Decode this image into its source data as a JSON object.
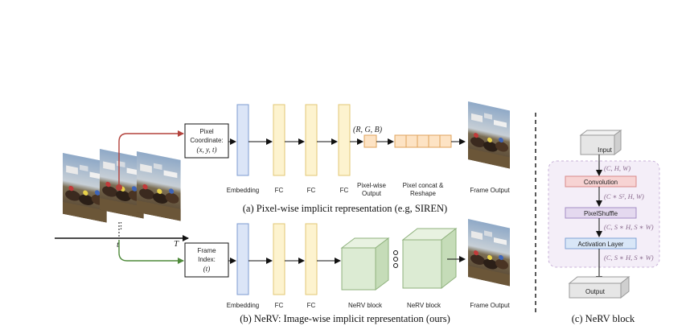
{
  "pixelwise": {
    "input_box": [
      "Pixel",
      "Coordinate:",
      "(x, y, t)"
    ],
    "embedding": "Embedding",
    "fc1": "FC",
    "fc2": "FC",
    "fc3": "FC",
    "rgb": "(R, G, B)",
    "pixel_output": [
      "Pixel-wise",
      "Output"
    ],
    "concat": [
      "Pixel concat &",
      "Reshape"
    ],
    "frame_output": "Frame Output",
    "caption": "(a) Pixel-wise implicit representation (e.g, SIREN)"
  },
  "timeline": {
    "t": "t",
    "T": "T",
    "dots": "⋮"
  },
  "nerv": {
    "input_box": [
      "Frame",
      "Index:",
      "(t)"
    ],
    "embedding": "Embedding",
    "fc1": "FC",
    "fc2": "FC",
    "block1": "NeRV block",
    "block2": "NeRV block",
    "frame_output": "Frame Output",
    "caption": "(b) NeRV: Image-wise implicit representation (ours)"
  },
  "block_detail": {
    "input": "Input",
    "dim_in": "(C, H, W)",
    "convolution": "Convolution",
    "dim_conv": "(C ∗ S², H, W)",
    "pixelshuffle": "PixelShuffle",
    "dim_ps": "(C, S ∗ H, S ∗ W)",
    "activation": "Activation Layer",
    "dim_out": "(C, S ∗ H, S ∗ W)",
    "output": "Output",
    "caption": "(c) NeRV block"
  },
  "colors": {
    "embedding_fill": "#dbe5f7",
    "embedding_stroke": "#7d9bd1",
    "fc_fill": "#fdf3cf",
    "fc_stroke": "#e2c774",
    "block_fill": "#dcebd3",
    "block_stroke": "#8fb27d",
    "pixel_fill": "#fde3c4",
    "pixel_stroke": "#e0a35c",
    "conv_fill": "#f7d3d3",
    "conv_stroke": "#d98a8a",
    "ps_fill": "#e4d9ef",
    "ps_stroke": "#a58dc6",
    "act_fill": "#d8e6f7",
    "act_stroke": "#7fa3d4",
    "red_arrow": "#b3423c",
    "green_arrow": "#4e8a3a",
    "panel_fill": "#f4eef8",
    "panel_stroke": "#c9b3d9"
  }
}
